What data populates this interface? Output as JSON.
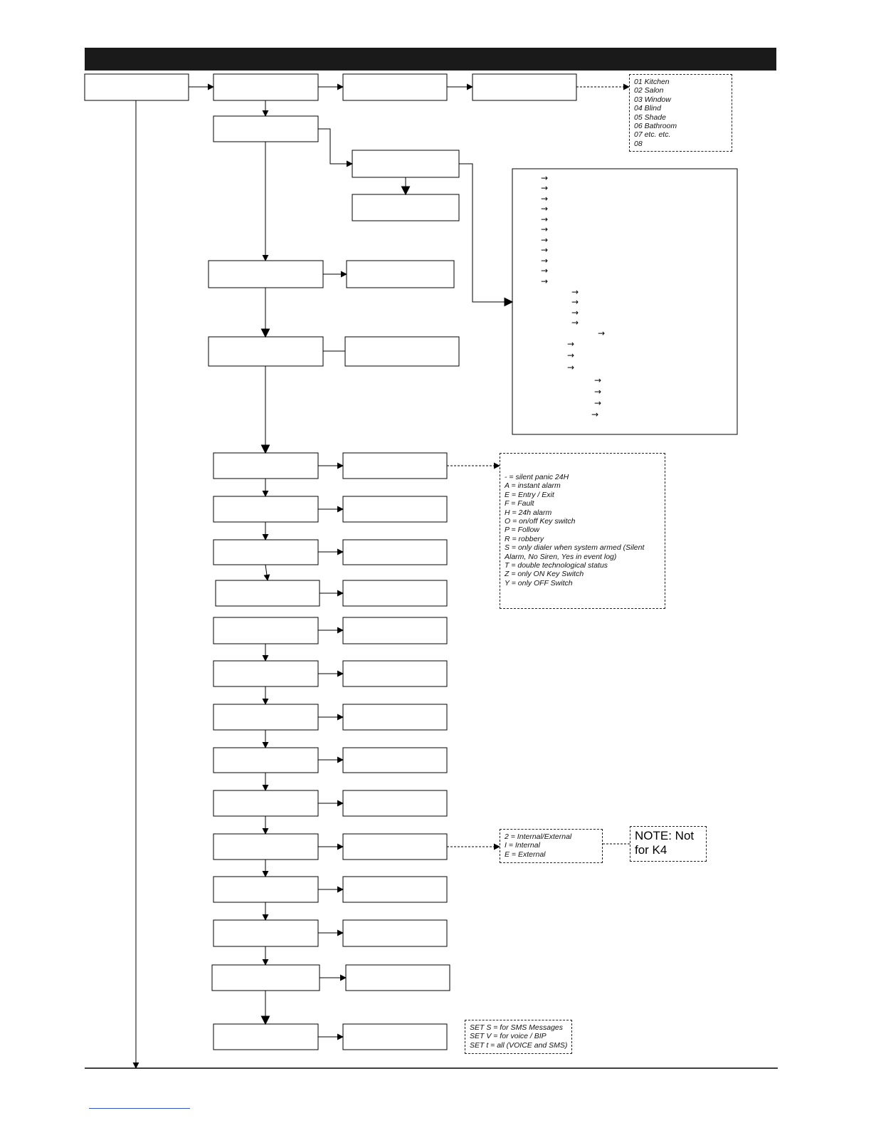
{
  "room_names": {
    "items": [
      "01 Kitchen",
      "02 Salon",
      "03 Window",
      "04 Blind",
      "05 Shade",
      "06 Bathroom",
      "07 etc. etc.",
      "08"
    ]
  },
  "zone_types": {
    "items": [
      "- = silent panic 24H",
      "A = instant alarm",
      "E = Entry / Exit",
      "F = Fault",
      "H = 24h alarm",
      "O = on/off Key switch",
      "P = Follow",
      "R = robbery",
      "S = only dialer when system armed (Silent",
      "Alarm, No Siren, Yes in event log)",
      "T = double technological status",
      "Z = only ON Key Switch",
      "Y = only OFF Switch"
    ]
  },
  "siren_types": {
    "items": [
      "2 = Internal/External",
      "I = Internal",
      "E = External"
    ]
  },
  "note": {
    "text": "NOTE: Not for K4"
  },
  "message_types": {
    "items": [
      "SET S = for SMS Messages",
      "SET V = for voice / BIP",
      "SET t = all (VOICE and SMS)"
    ]
  },
  "arrow_glyph": "→",
  "colors": {
    "header_bar": "#1a1a1a",
    "line": "#000000",
    "footer_link": "#3355cc"
  }
}
